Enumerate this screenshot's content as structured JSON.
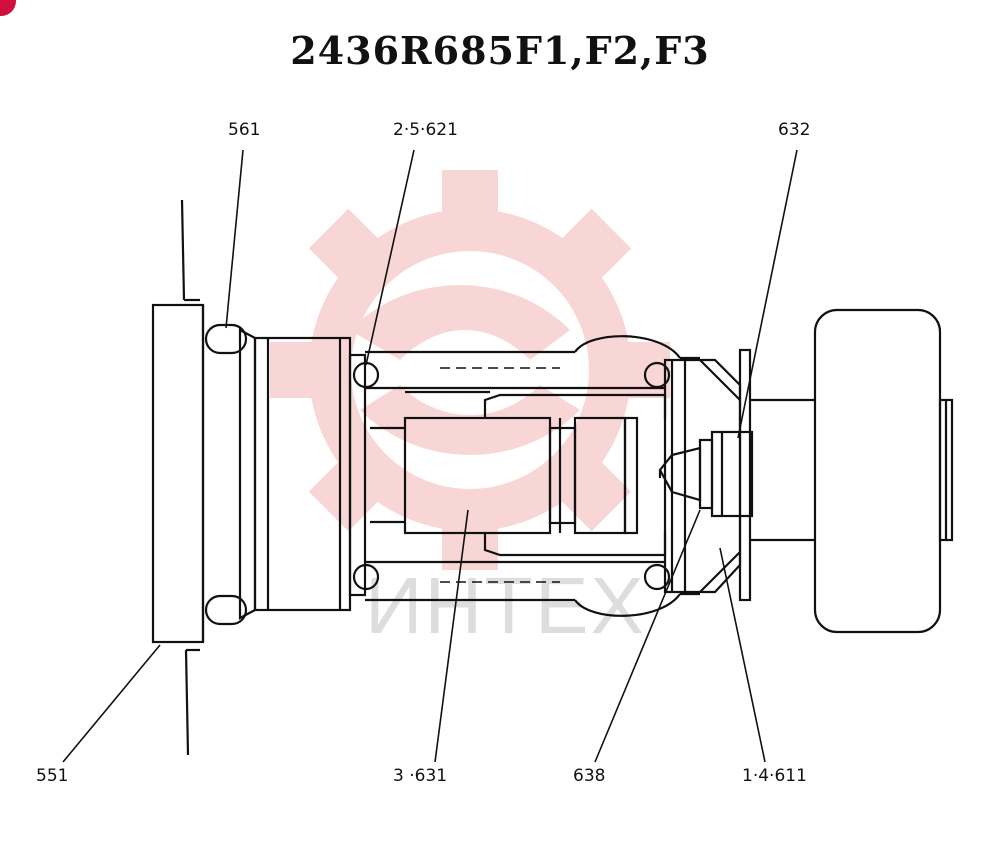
{
  "title": "2436R685F1,F2,F3",
  "watermark": {
    "text": "ИНТЕХ",
    "color": "#f2a0a0"
  },
  "labels": {
    "p561": "561",
    "p2_5_621": "2·5·621",
    "p632": "632",
    "p551": "551",
    "p3_631": "3 ·631",
    "p638": "638",
    "p1_4_611": "1·4·611"
  }
}
